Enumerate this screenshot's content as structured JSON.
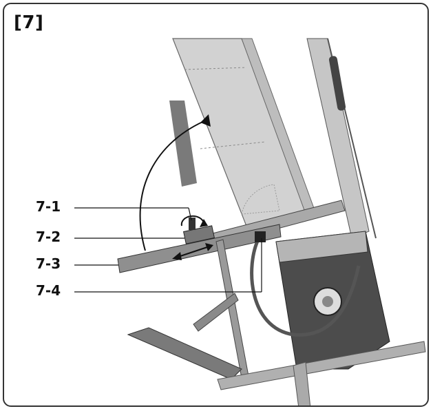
{
  "figure": {
    "label": "[7]"
  },
  "callouts": [
    {
      "id": "7-1",
      "text": "7-1"
    },
    {
      "id": "7-2",
      "text": "7-2"
    },
    {
      "id": "7-3",
      "text": "7-3"
    },
    {
      "id": "7-4",
      "text": "7-4"
    }
  ],
  "colors": {
    "frame": "#333333",
    "panel": "#c9c9c9",
    "panel_dark": "#7a7a7a",
    "metal": "#9a9a9a",
    "dark": "#4a4a4a",
    "line": "#111111"
  }
}
